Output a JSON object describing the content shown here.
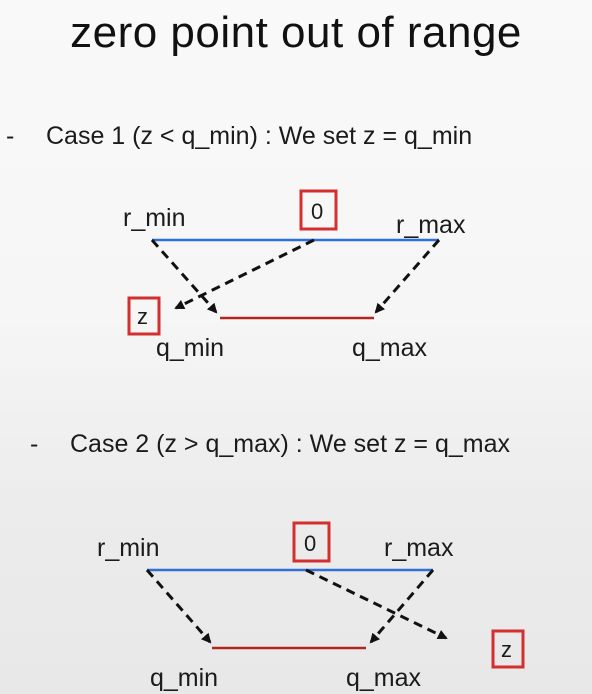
{
  "slide": {
    "title": "zero point out of range"
  },
  "case1": {
    "bullet": "-",
    "text": "Case 1 (z < q_min) : We set z = q_min",
    "labels": {
      "r_min": "r_min",
      "r_max": "r_max",
      "zero": "0",
      "z": "z",
      "q_min": "q_min",
      "q_max": "q_max"
    }
  },
  "case2": {
    "bullet": "-",
    "text": "Case 2 (z > q_max) : We set z = q_max",
    "labels": {
      "r_min": "r_min",
      "r_max": "r_max",
      "zero": "0",
      "z": "z",
      "q_min": "q_min",
      "q_max": "q_max"
    }
  },
  "colors": {
    "real_line": "#2f6fd6",
    "quant_line": "#b3261e",
    "box_border": "#d32f2f",
    "arrow": "#111111"
  }
}
